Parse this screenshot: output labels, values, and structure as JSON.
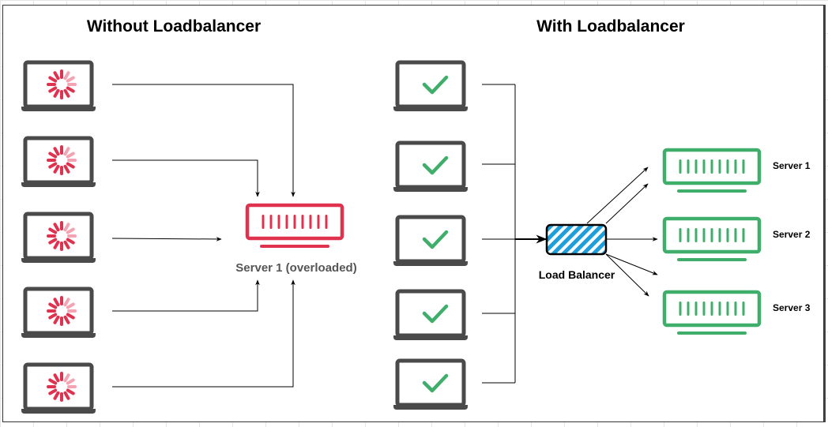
{
  "left_panel": {
    "title": "Without Loadbalancer",
    "clients": [
      {
        "status": "loading-spinner-icon"
      },
      {
        "status": "loading-spinner-icon"
      },
      {
        "status": "loading-spinner-icon"
      },
      {
        "status": "loading-spinner-icon"
      },
      {
        "status": "loading-spinner-icon"
      }
    ],
    "server": {
      "label": "Server 1 (overloaded)",
      "state": "overloaded"
    }
  },
  "right_panel": {
    "title": "With Loadbalancer",
    "clients": [
      {
        "status": "checkmark-icon"
      },
      {
        "status": "checkmark-icon"
      },
      {
        "status": "checkmark-icon"
      },
      {
        "status": "checkmark-icon"
      },
      {
        "status": "checkmark-icon"
      }
    ],
    "load_balancer": {
      "label": "Load Balancer"
    },
    "servers": [
      {
        "label": "Server 1"
      },
      {
        "label": "Server 2"
      },
      {
        "label": "Server 3"
      }
    ]
  },
  "colors": {
    "overloaded": "#e0314f",
    "healthy": "#3fae6a",
    "laptop": "#4a4a4a",
    "load_balancer": "#1e9fdc",
    "connector": "#000000"
  }
}
